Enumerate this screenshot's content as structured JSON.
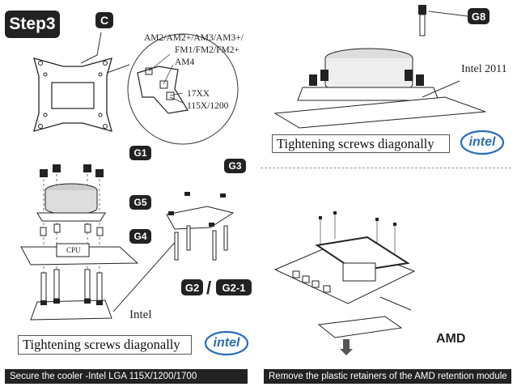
{
  "step_label": "Step3",
  "left_top": {
    "part_tag": "C",
    "socket_labels": [
      "AM2/AM2+/AM3/AM3+/",
      "FM1/FM2/FM2+",
      "AM4",
      "17XX",
      "115X/1200"
    ]
  },
  "left_bottom": {
    "tags": [
      "G1",
      "G5",
      "G4",
      "G3",
      "G2",
      "G2-1"
    ],
    "slash": "/",
    "cpu_label": "CPU",
    "intel_label": "Intel",
    "caption": "Tightening screws diagonally",
    "logo": "intel"
  },
  "right_top": {
    "tag": "G8",
    "intel_label": "Intel 2011",
    "caption": "Tightening screws diagonally",
    "logo": "intel"
  },
  "right_bottom": {
    "amd_logo": "AMD"
  },
  "footer": {
    "left": "Secure the cooler -Intel LGA 115X/1200/1700",
    "right": "Remove the plastic retainers of the AMD retention module"
  },
  "colors": {
    "tag_bg": "#222222",
    "intel_blue": "#2a6fb5"
  }
}
